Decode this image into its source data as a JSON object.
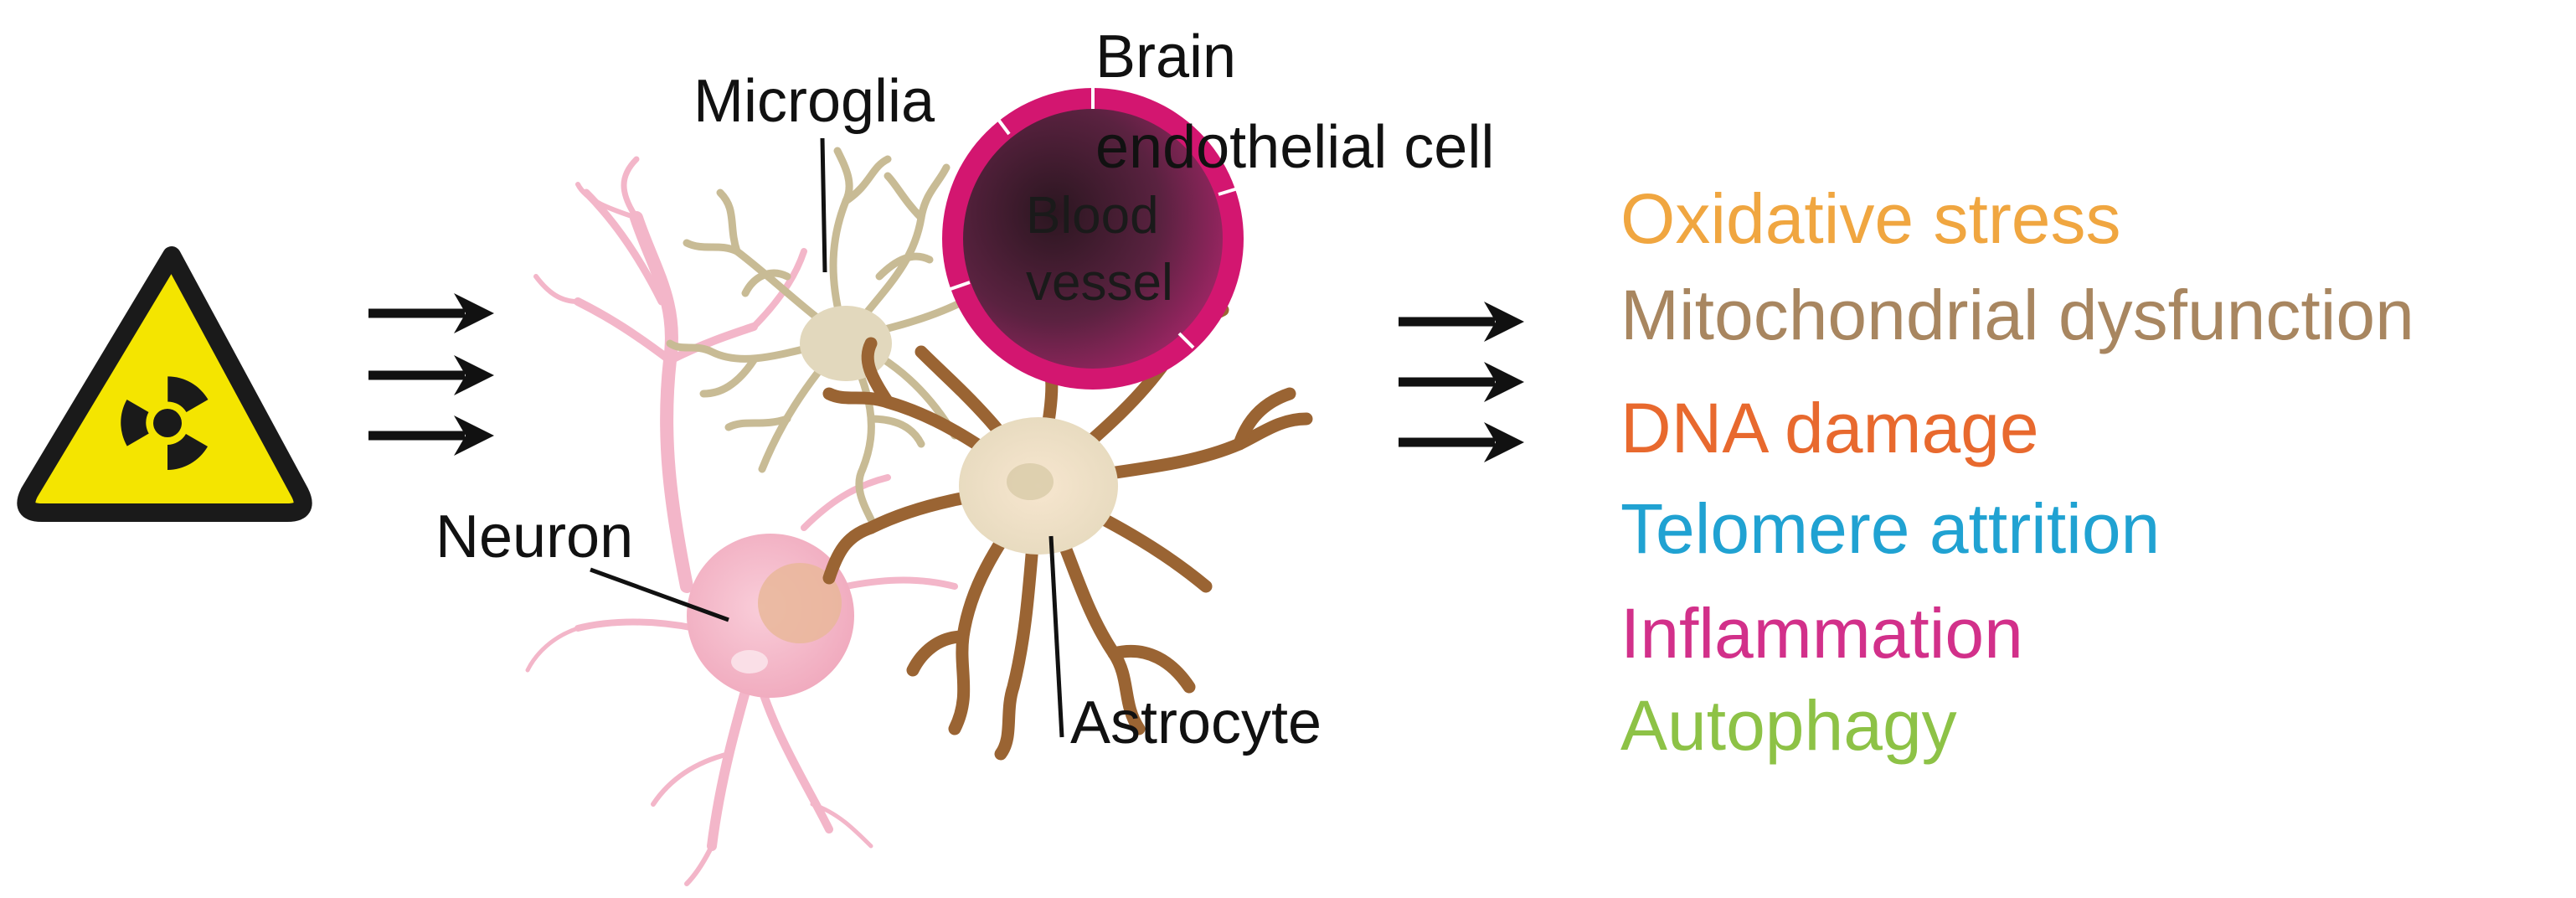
{
  "diagram": {
    "cell_labels": {
      "brain": "Brain",
      "endothelial": "endothelial cell",
      "microglia": "Microglia",
      "neuron": "Neuron",
      "astrocyte": "Astrocyte"
    },
    "vessel_labels": {
      "line1": "Blood",
      "line2": "vessel"
    },
    "outcomes": [
      {
        "label": "Oxidative stress",
        "color": "#F0A640"
      },
      {
        "label": "Mitochondrial dysfunction",
        "color": "#A88660"
      },
      {
        "label": "DNA damage",
        "color": "#E8692E"
      },
      {
        "label": "Telomere attrition",
        "color": "#20A2D2"
      },
      {
        "label": "Inflammation",
        "color": "#D2308A"
      },
      {
        "label": "Autophagy",
        "color": "#8DC246"
      }
    ],
    "icons": {
      "hazard": "radiation-hazard-icon",
      "arrows_in": "triple-right-arrow-icon",
      "arrows_out": "triple-right-arrow-icon"
    },
    "colors": {
      "hazard_yellow": "#F4E500",
      "hazard_black": "#1a1a1a",
      "vessel_ring": "#D31670",
      "neuron": "#F3B6C9",
      "microglia": "#C8BB95",
      "astrocyte": "#9A6433"
    }
  }
}
